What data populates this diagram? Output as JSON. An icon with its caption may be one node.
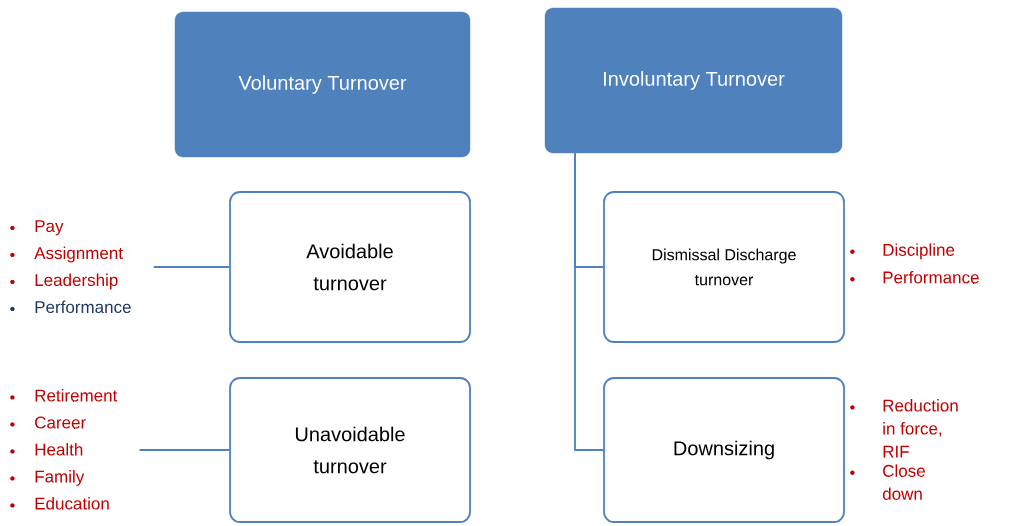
{
  "diagram": {
    "nodes": [
      {
        "text": [
          "Voluntary Turnover"
        ]
      },
      {
        "text": [
          "Involuntary Turnover"
        ]
      },
      {
        "text": [
          "Avoidable turnover"
        ]
      },
      {
        "text": [
          "Unavoidable turnover"
        ]
      },
      {
        "text": [
          "Dismissal Discharge turnover"
        ],
        "beside": [
          "Discipline",
          "Performance"
        ]
      },
      {
        "text": [
          "Downsizing"
        ],
        "beside": [
          "Reduction in force, RIF",
          "Close down"
        ]
      },
      {
        "text": [
          "Pay",
          "Assignment",
          "Leadership",
          "Performance"
        ]
      },
      {
        "text": [
          "Retirement",
          "Career",
          "Health",
          "Family",
          "Education"
        ]
      }
    ],
    "edges": [
      {
        "from": 1,
        "to": 4,
        "arrow": "none"
      },
      {
        "from": 1,
        "to": 5,
        "arrow": "none"
      },
      {
        "from": 6,
        "to": 2,
        "arrow": "none"
      },
      {
        "from": 7,
        "to": 3,
        "arrow": "none"
      }
    ]
  }
}
